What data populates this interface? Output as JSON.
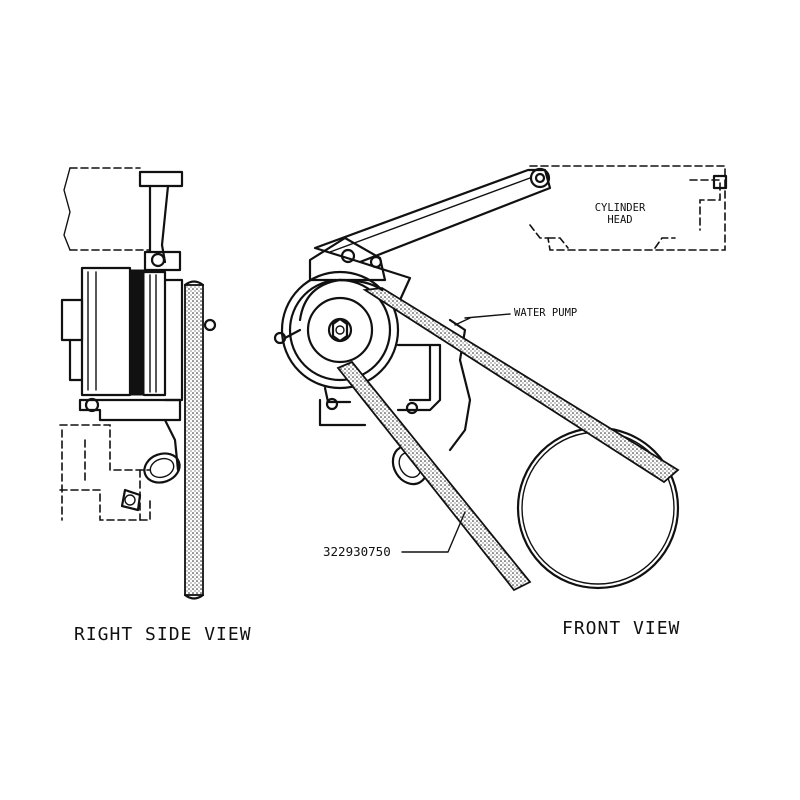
{
  "views": {
    "right_side": {
      "label": "RIGHT SIDE VIEW"
    },
    "front": {
      "label": "FRONT VIEW"
    }
  },
  "callouts": {
    "cylinder_head": {
      "line1": "CYLINDER",
      "line2": "HEAD"
    },
    "water_pump": {
      "label": "WATER PUMP"
    },
    "belt_part_number": {
      "label": "322930750"
    }
  },
  "colors": {
    "ink": "#111111",
    "paper": "#ffffff"
  }
}
